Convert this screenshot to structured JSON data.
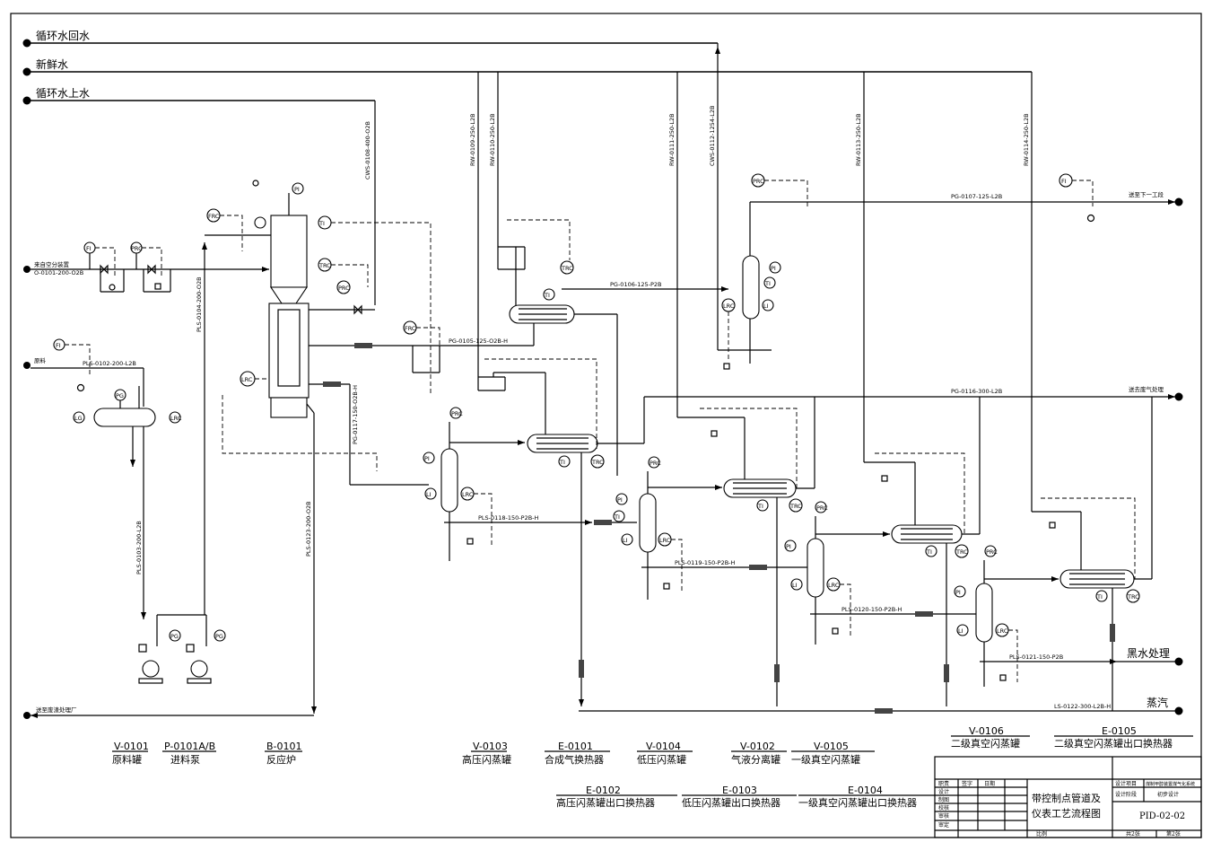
{
  "utilities": [
    {
      "label": "循环水回水"
    },
    {
      "label": "新鲜水"
    },
    {
      "label": "循环水上水"
    }
  ],
  "inlets": {
    "air_source": "来自空分装置",
    "air_line": "O-0101-200-O2B",
    "feed": "原料"
  },
  "outlets": {
    "next_process": "送至下一工段",
    "exhaust": "送去废气处理",
    "black_water": "黑水处理",
    "steam": "蒸汽",
    "waste_plant": "送至废渣处理厂"
  },
  "lines": {
    "cws_0108": "CWS-0108-400-O2B",
    "rw_0109": "RW-0109-250-L2B",
    "rw_0110": "RW-0110-250-L2B",
    "rw_0111": "RW-0111-250-L2B",
    "cws_0112": "CWS-0112-1254-L2B",
    "rw_0113": "RW-0113-250-L2B",
    "rw_0114": "RW-0114-250-L2B",
    "pg_0107": "PG-0107-125-L2B",
    "pg_0106": "PG-0106-125-P2B",
    "pg_0105": "PG-0105-125-O2B-H",
    "pg_0116": "PG-0116-300-L2B",
    "pg_0117": "PG-0117-150-O2B-H",
    "pls_0102": "PLS-0102-200-L2B",
    "pls_0103": "PLS-0103-200-L2B",
    "pls_0104": "PLS-0104-200-O2B",
    "pls_0123": "PLS-0123-200-O2B",
    "pls_0118": "PLS-0118-150-P2B-H",
    "pls_0119": "PLS-0119-150-P2B-H",
    "pls_0120": "PLS-0120-150-P2B-H",
    "pls_0121": "PLS-0121-150-P2B",
    "ls_0122": "LS-0122-300-L2B-H"
  },
  "instruments": {
    "pg": "PG",
    "lg": "LG",
    "fi": "FI",
    "pi": "PI",
    "ti": "TI",
    "li": "LI",
    "frc": "FRC",
    "prc": "PRC",
    "lrc": "LRC",
    "trc": "TRC"
  },
  "equipment_tags": [
    {
      "tag": "V-0101",
      "name": "原料罐"
    },
    {
      "tag": "P-0101A/B",
      "name": "进料泵"
    },
    {
      "tag": "B-0101",
      "name": "反应炉"
    },
    {
      "tag": "V-0103",
      "name": "高压闪蒸罐"
    },
    {
      "tag": "E-0101",
      "name": "合成气换热器"
    },
    {
      "tag": "V-0104",
      "name": "低压闪蒸罐"
    },
    {
      "tag": "V-0102",
      "name": "气液分离罐"
    },
    {
      "tag": "V-0105",
      "name": "一级真空闪蒸罐"
    },
    {
      "tag": "V-0106",
      "name": "二级真空闪蒸罐"
    },
    {
      "tag": "E-0105",
      "name": "二级真空闪蒸罐出口换热器"
    },
    {
      "tag": "E-0102",
      "name": "高压闪蒸罐出口换热器"
    },
    {
      "tag": "E-0103",
      "name": "低压闪蒸罐出口换热器"
    },
    {
      "tag": "E-0104",
      "name": "一级真空闪蒸罐出口换热器"
    }
  ],
  "title_block": {
    "rows": [
      "职责",
      "设计",
      "制图",
      "校核",
      "审核",
      "审定"
    ],
    "col_sign": "签字",
    "col_date": "日期",
    "drawing_title_1": "带控制点管道及",
    "drawing_title_2": "仪表工艺流程图",
    "project_label": "设计项目",
    "project_value": "煤制甲醇装置煤气化系统",
    "stage_label": "设计阶段",
    "stage_value": "初步设计",
    "drawing_no": "PID-02-02",
    "scale_label": "比例",
    "sheets_total": "共2张",
    "sheet_no": "第2张"
  }
}
